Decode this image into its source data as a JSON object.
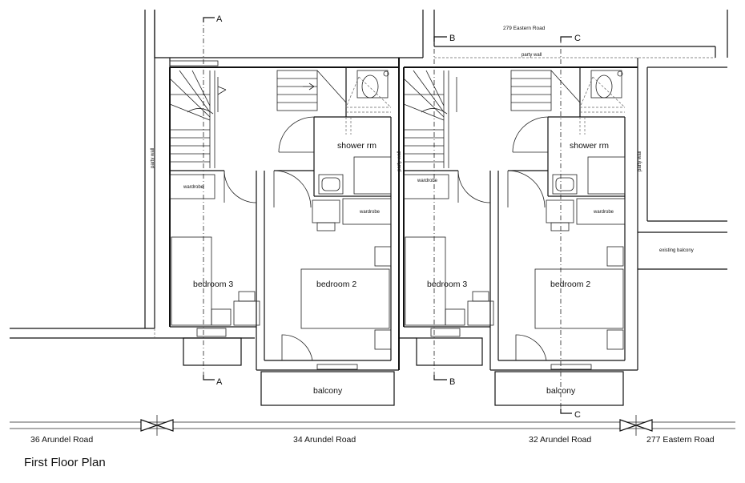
{
  "title": "First Floor Plan",
  "road_label_top": "279 Eastern Road",
  "party_wall_top": "party wall",
  "party_wall_left": "party wall",
  "party_wall_mid": "party wall",
  "party_wall_right": "party wall",
  "existing_balcony": "existing balcony",
  "units": [
    {
      "shower": "shower rm",
      "wardrobe_a": "wardrobe",
      "wardrobe_b": "wardrobe",
      "bedroom_3": "bedroom 3",
      "bedroom_2": "bedroom 2",
      "balcony": "balcony"
    },
    {
      "shower": "shower rm",
      "wardrobe_a": "wardrobe",
      "wardrobe_b": "wardrobe",
      "bedroom_3": "bedroom 3",
      "bedroom_2": "bedroom 2",
      "balcony": "balcony"
    }
  ],
  "sections": {
    "a": "A",
    "b": "B",
    "c": "C"
  },
  "addresses": [
    "36 Arundel Road",
    "34 Arundel Road",
    "32 Arundel Road",
    "277 Eastern Road"
  ]
}
